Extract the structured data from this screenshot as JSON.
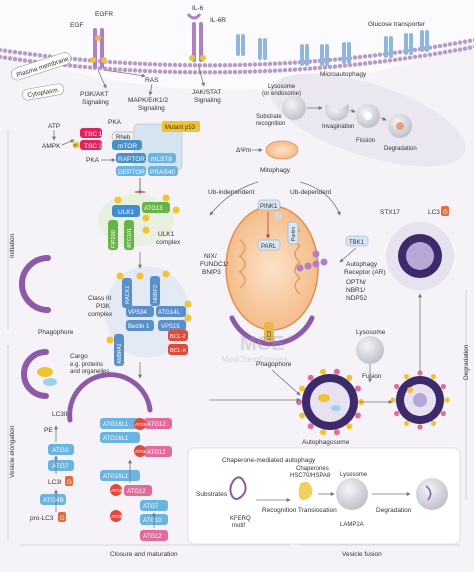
{
  "membrane": {
    "plasma_membrane": "Plasma membrane",
    "cytoplasm": "Cytoplasm"
  },
  "receptors": {
    "egf": "EGF",
    "egfr": "EGFR",
    "il6": "IL-6",
    "il6r": "IL-6R",
    "glucose_transporter": "Glucose transporter"
  },
  "signaling": {
    "pi3k_l1": "PI3K/AKT",
    "pi3k_l2": "Signaling",
    "ras": "RAS",
    "mapk_l1": "MAPK/ErK1/2",
    "mapk_l2": "Signaling",
    "jak_l1": "JAK/STAT",
    "jak_l2": "Signaling"
  },
  "mtor": {
    "atp": "ATP",
    "ampk": "AMPK",
    "pka": "PKA",
    "pka2": "PKA",
    "tsc1": "TSC 1",
    "tsc2": "TSC 2",
    "rheb": "Rheb",
    "mtor": "mTOR",
    "raptor": "RAPTOR",
    "mlst8": "mLST8",
    "deptor": "DEPTOR",
    "pras40": "PRAS40",
    "mutant_p53": "Mutant p53",
    "p": "P",
    "g": "G"
  },
  "ulk": {
    "ulk1": "ULK1",
    "atg13": "ATG13",
    "fip200": "FIP200",
    "atg101": "ATG101",
    "complex_l1": "ULK1",
    "complex_l2": "complex"
  },
  "pi3k": {
    "nrbf2": "NRBF2",
    "vps15": "VPS15",
    "rack1": "RACK1",
    "vps34": "VPS34",
    "atg14l": "ATG14L",
    "beclin1": "Beclin 1",
    "ambra1": "AMBRA1",
    "vps15b": "VPS15",
    "bcl2": "BCL-2",
    "bclx": "BCL-X",
    "label_l1": "Class III",
    "label_l2": "PI3K",
    "label_l3": "complex"
  },
  "phagophore": {
    "phagophore": "Phagophore",
    "cargo_l1": "Cargo",
    "cargo_l2": "e.g. proteins",
    "cargo_l3": "and organelles",
    "phagophore2": "Phagophore"
  },
  "mito": {
    "psi": "ΔΨm",
    "mitophagy": "Mitophagy",
    "ub_indep": "Ub-independent",
    "ub_dep": "Ub-dependent",
    "pink1": "PINK1",
    "parl": "PARL",
    "parkin": "Parkin",
    "ub1": "Ub",
    "nix_l1": "NIX/",
    "nix_l2": "FUNDC1/",
    "nix_l3": "BNIP3",
    "tbk1": "TBK1",
    "ar_l1": "Autophagy",
    "ar_l2": "Receptor (AR)",
    "opt_l1": "OPTN/",
    "opt_l2": "NBR1/",
    "opt_l3": "NDP52",
    "lc3": "LC3"
  },
  "micro": {
    "title": "Microautophagy",
    "lysosome_l1": "Lysosome",
    "lysosome_l2": "(or endosome)",
    "substrate_l1": "Substrate",
    "substrate_l2": "recognition",
    "invagination": "Invagination",
    "fission": "Fission",
    "degradation": "Degradation"
  },
  "right": {
    "stx17": "STX17",
    "lc3": "LC3",
    "lysosome": "Lysosome",
    "fusion": "Fusion",
    "autophagosome": "Autophagosome",
    "degradation": "Degradation"
  },
  "stages": {
    "initiation": "Initiation",
    "vesicle_elongation": "Vesicle elongation",
    "closure": "Closure and maturation",
    "vesicle_fusion": "Vesicle fusion"
  },
  "elong": {
    "lc3ii": "LC3II",
    "pe": "PE",
    "atg3": "ATG3",
    "atg7": "ATG7",
    "lc3i": "LC3I",
    "atg4b": "ATG4B",
    "prolc3": "pro-LC3",
    "atg12": "ATG12",
    "atg5": "ATG5",
    "atg16l1": "ATG16L1",
    "atg10": "ATG10",
    "g": "G"
  },
  "cma": {
    "title": "Chaperone-mediated autophagy",
    "substrates": "Substrates",
    "kferq_l1": "KFERQ",
    "kferq_l2": "motif",
    "recognition": "Recognition",
    "chap_l1": "Chaperones",
    "chap_l2": "HSC70/HSPA8",
    "translocation": "Translocation",
    "lysosome": "Lysosome",
    "lamp2a": "LAMP2A",
    "degradation": "Degradation"
  },
  "watermark": {
    "logo": "MCE",
    "sub": "MedChemExpress",
    "reg": "®"
  }
}
